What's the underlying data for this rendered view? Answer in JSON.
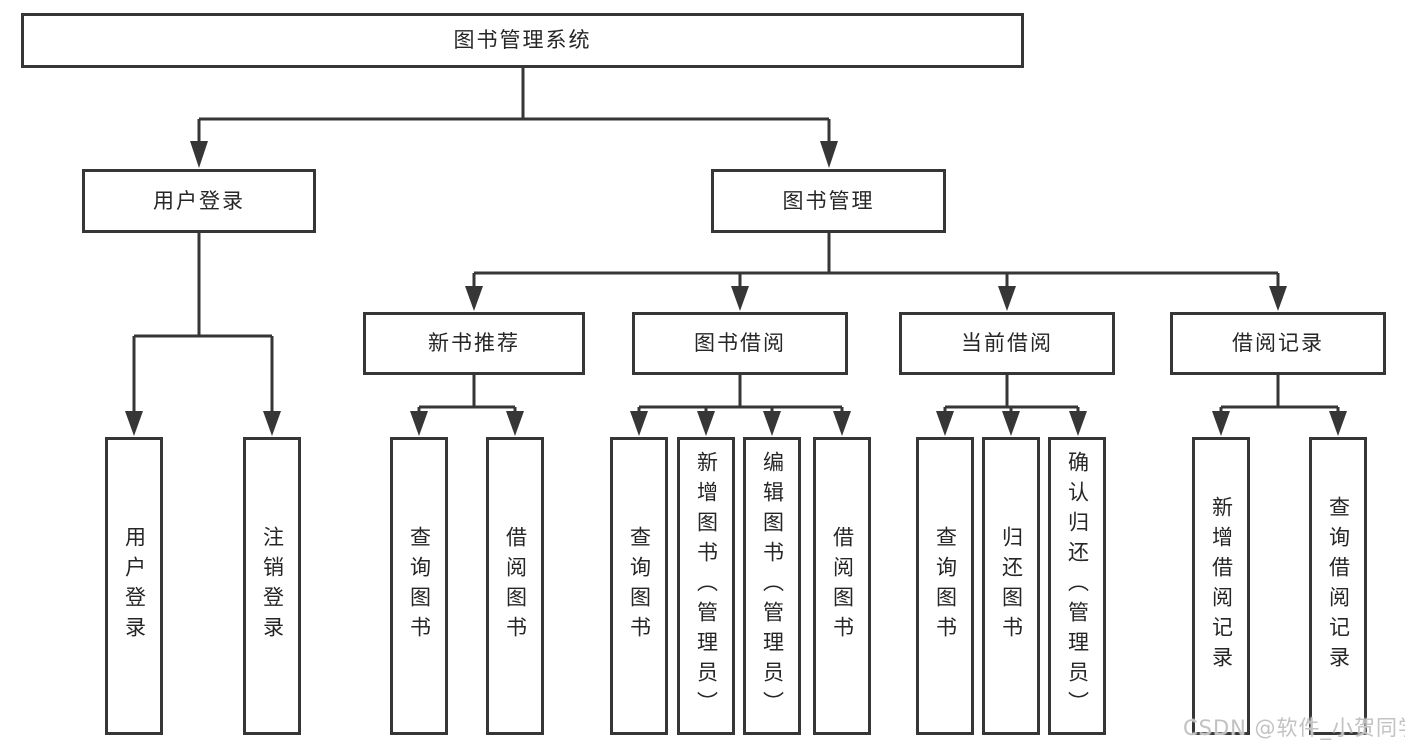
{
  "diagram": {
    "root": {
      "label": "图书管理系统"
    },
    "level2": [
      {
        "label": "用户登录"
      },
      {
        "label": "图书管理"
      }
    ],
    "level3": [
      {
        "label": "新书推荐"
      },
      {
        "label": "图书借阅"
      },
      {
        "label": "当前借阅"
      },
      {
        "label": "借阅记录"
      }
    ],
    "leaves": [
      {
        "label": "用户登录"
      },
      {
        "label": "注销登录"
      },
      {
        "label": "查询图书"
      },
      {
        "label": "借阅图书"
      },
      {
        "label": "查询图书"
      },
      {
        "label": "新增图书（管理员）"
      },
      {
        "label": "编辑图书（管理员）"
      },
      {
        "label": "借阅图书"
      },
      {
        "label": "查询图书"
      },
      {
        "label": "归还图书"
      },
      {
        "label": "确认归还（管理员）"
      },
      {
        "label": "新增借阅记录"
      },
      {
        "label": "查询借阅记录"
      }
    ]
  },
  "watermark": {
    "text": "CSDN @软件_小贺同学"
  },
  "colors": {
    "line": "#363636",
    "text": "#262626",
    "background": "#ffffff",
    "watermark": "#c2c2c2"
  }
}
